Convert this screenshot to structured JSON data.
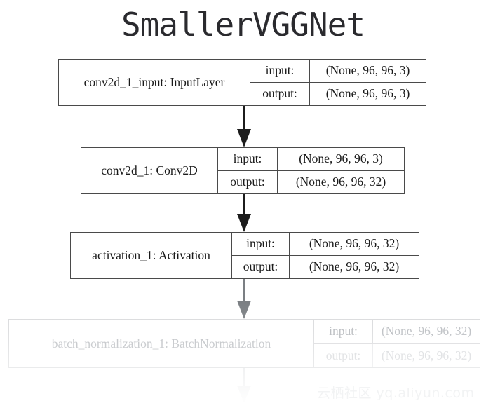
{
  "diagram": {
    "title": "SmallerVGGNet",
    "io_labels": {
      "input": "input:",
      "output": "output:"
    },
    "nodes": [
      {
        "id": "input-layer",
        "name": "conv2d_1_input: InputLayer",
        "input_shape": "(None, 96, 96, 3)",
        "output_shape": "(None, 96, 96, 3)",
        "faded": false
      },
      {
        "id": "conv2d-1",
        "name": "conv2d_1: Conv2D",
        "input_shape": "(None, 96, 96, 3)",
        "output_shape": "(None, 96, 96, 32)",
        "faded": false
      },
      {
        "id": "activation-1",
        "name": "activation_1: Activation",
        "input_shape": "(None, 96, 96, 32)",
        "output_shape": "(None, 96, 96, 32)",
        "faded": false
      },
      {
        "id": "batch-normalization-1",
        "name": "batch_normalization_1: BatchNormalization",
        "input_shape": "(None, 96, 96, 32)",
        "output_shape": "(None, 96, 96, 32)",
        "faded": true
      }
    ],
    "edges": [
      {
        "from": "input-layer",
        "to": "conv2d-1",
        "color": "#1c1c1c"
      },
      {
        "from": "conv2d-1",
        "to": "activation-1",
        "color": "#1c1c1c"
      },
      {
        "from": "activation-1",
        "to": "batch-normalization-1",
        "color": "#777b7f"
      },
      {
        "from": "batch-normalization-1",
        "to": "",
        "color": "#e3e4e6"
      }
    ]
  },
  "watermark": {
    "text": "云栖社区 yq.aliyun.com",
    "color": "#f2f3f4"
  },
  "colors": {
    "background": "#ffffff",
    "box_border": "#4a4a4a",
    "box_border_faded": "#d9dadc",
    "text": "#1a1a1a",
    "text_faded": "#b9bcc0",
    "title": "#2a2a2e"
  }
}
